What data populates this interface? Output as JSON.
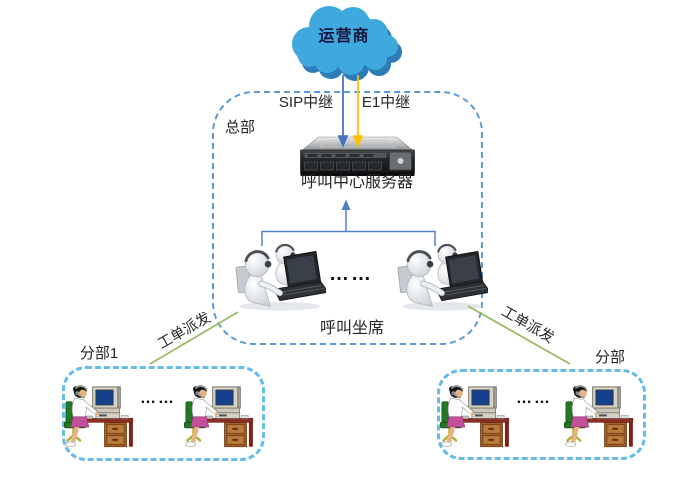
{
  "diagram": {
    "type": "call-center-architecture-diagram",
    "cloud": {
      "label": "运营商"
    },
    "trunks": {
      "sip": "SIP中继",
      "e1": "E1中继"
    },
    "hq": {
      "label": "总部",
      "server_label": "呼叫中心服务器",
      "agents_label": "呼叫坐席",
      "ellipsis": "……"
    },
    "dispatch": {
      "left": "工单派发",
      "right": "工单派发"
    },
    "branches": {
      "left": {
        "label": "分部1",
        "ellipsis": "……"
      },
      "right": {
        "label": "分部",
        "ellipsis": "……"
      }
    },
    "icons": [
      "carrier-cloud-icon",
      "rack-server-icon",
      "agent-3d-icon",
      "branch-agent-workstation-icon"
    ],
    "colors": {
      "cloud_fill": "#3FA9DE",
      "cloud_shadow": "#2C7CB8",
      "hq_dash": "#5B9BD5",
      "branch_dash": "#66BCE8",
      "sip_arrow": "#4472C4",
      "e1_arrow": "#FFC000",
      "connector": "#4F81C7",
      "dispatch_line": "#97BB63",
      "text": "#262626"
    }
  }
}
